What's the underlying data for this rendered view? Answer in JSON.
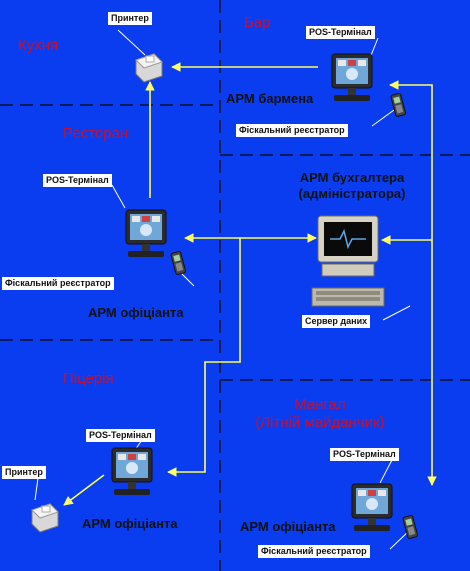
{
  "zones": {
    "kitchen": "Кухня",
    "bar": "Бар",
    "restaurant": "Ресторан",
    "pizzeria": "Піцерія",
    "grill_line1": "Мангал",
    "grill_line2": "(Літній майданчик)"
  },
  "workstations": {
    "bartender": "АРМ бармена",
    "accountant_line1": "АРМ бухгалтера",
    "accountant_line2": "(адміністратора)",
    "waiter_restaurant": "АРМ офіціанта",
    "waiter_pizzeria": "АРМ офіціанта",
    "waiter_grill": "АРМ офіціанта"
  },
  "labels": {
    "printer_kitchen": "Принтер",
    "pos_bar": "POS-Термінал",
    "fiscal_bar": "Фіскальний реєстратор",
    "pos_restaurant": "POS-Термінал",
    "fiscal_restaurant": "Фіскальний реєстратор",
    "server": "Сервер даних",
    "pos_pizzeria": "POS-Термінал",
    "printer_pizzeria": "Принтер",
    "pos_grill": "POS-Термінал",
    "fiscal_grill": "Фіскальний реєстратор"
  },
  "colors": {
    "background": "#0a3cf0",
    "connection": "#ffff66",
    "zone_text": "#c8102e",
    "divider": "#0b1a5c"
  }
}
